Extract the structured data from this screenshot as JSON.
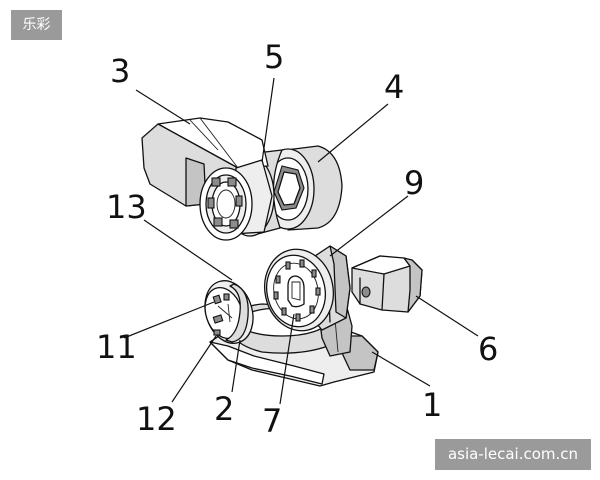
{
  "badge": {
    "text": "乐彩"
  },
  "watermark": {
    "text": "asia-lecai.com.cn"
  },
  "callouts": [
    {
      "id": "1",
      "text": "1"
    },
    {
      "id": "2",
      "text": "2"
    },
    {
      "id": "3",
      "text": "3"
    },
    {
      "id": "4",
      "text": "4"
    },
    {
      "id": "5",
      "text": "5"
    },
    {
      "id": "6",
      "text": "6"
    },
    {
      "id": "7",
      "text": "7"
    },
    {
      "id": "9",
      "text": "9"
    },
    {
      "id": "11",
      "text": "11"
    },
    {
      "id": "12",
      "text": "12"
    },
    {
      "id": "13",
      "text": "13"
    }
  ]
}
